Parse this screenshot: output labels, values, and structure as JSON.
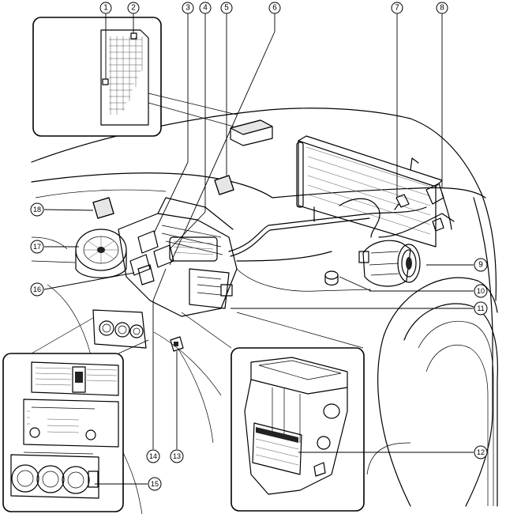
{
  "callouts": [
    {
      "label": "1"
    },
    {
      "label": "2"
    },
    {
      "label": "3"
    },
    {
      "label": "4"
    },
    {
      "label": "5"
    },
    {
      "label": "6"
    },
    {
      "label": "7"
    },
    {
      "label": "8"
    },
    {
      "label": "9"
    },
    {
      "label": "10"
    },
    {
      "label": "11"
    },
    {
      "label": "12"
    },
    {
      "label": "13"
    },
    {
      "label": "14"
    },
    {
      "label": "15"
    },
    {
      "label": "16"
    },
    {
      "label": "17"
    },
    {
      "label": "18"
    }
  ]
}
